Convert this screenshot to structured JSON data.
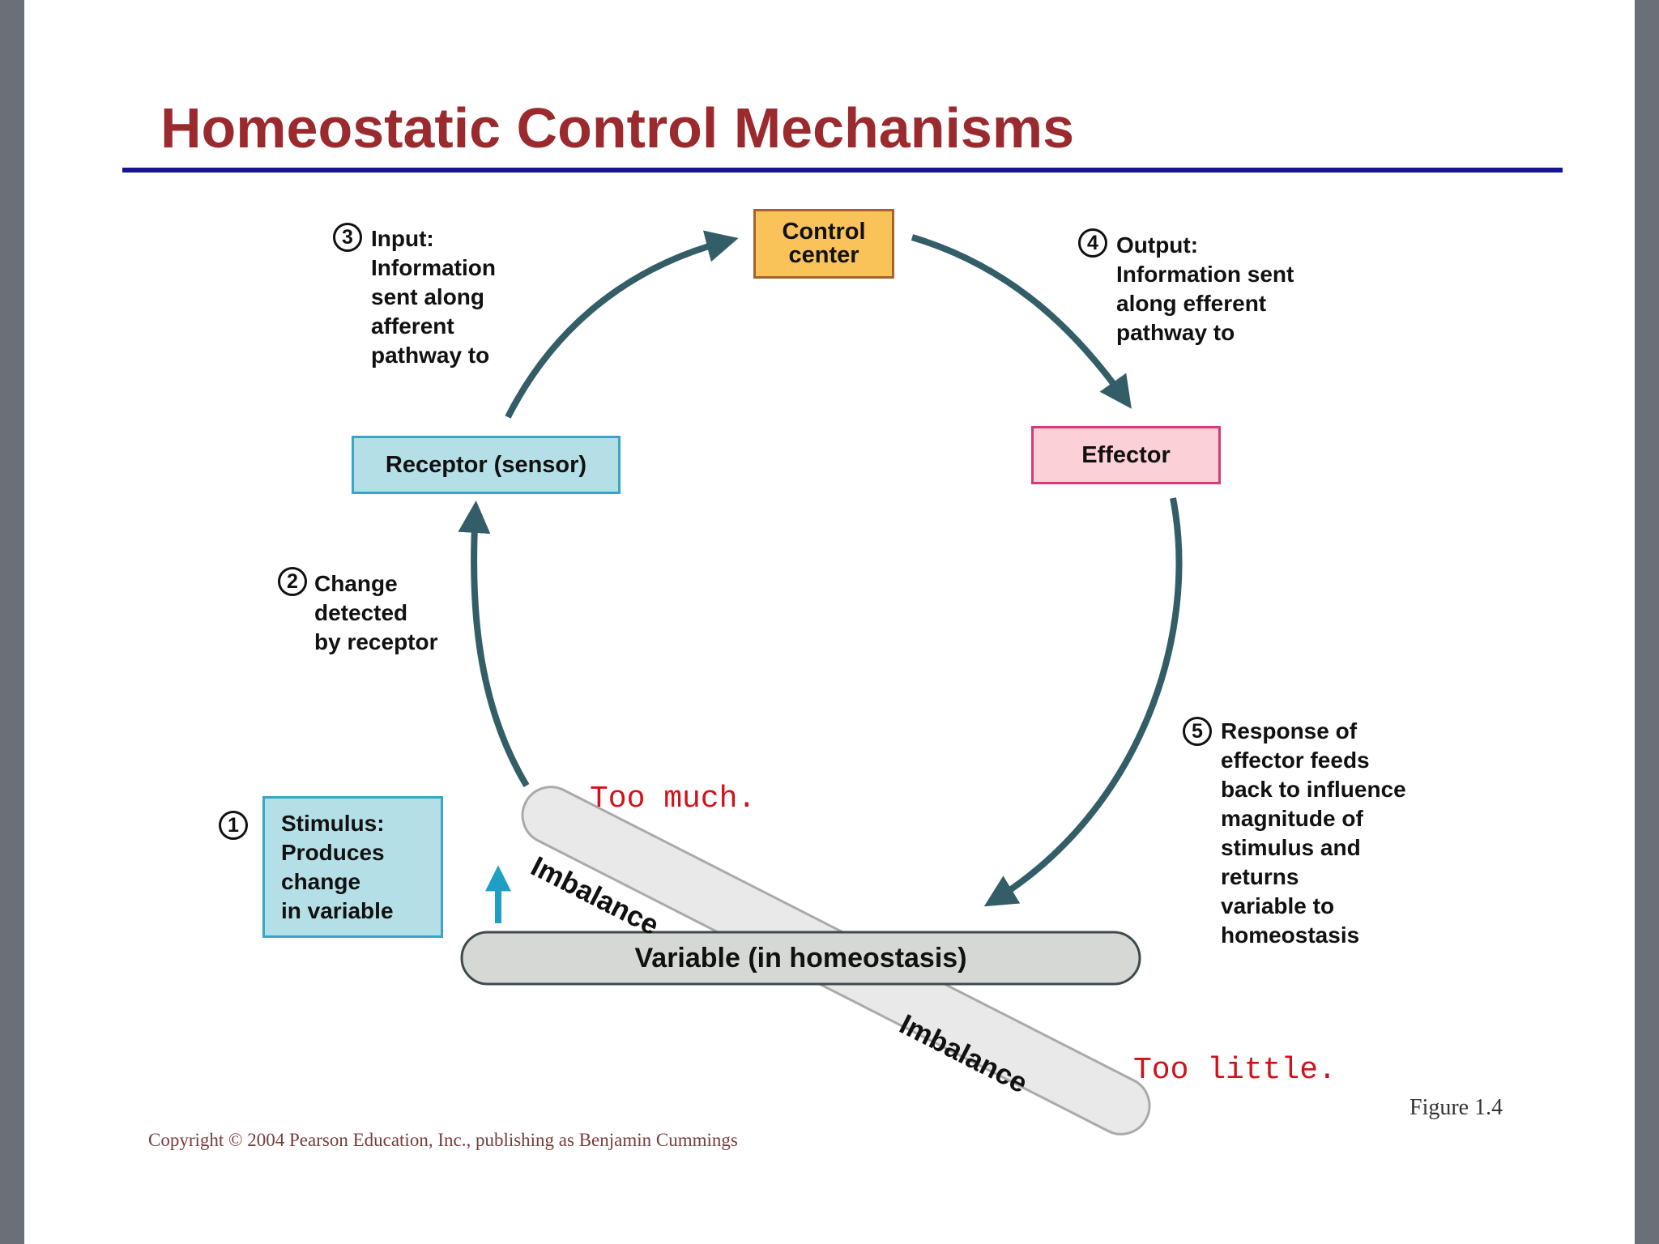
{
  "title": "Homeostatic Control Mechanisms",
  "nodes": {
    "control_center": "Control\ncenter",
    "receptor": "Receptor (sensor)",
    "effector": "Effector",
    "stimulus": "Stimulus:\nProduces\nchange\nin variable",
    "variable": "Variable (in homeostasis)"
  },
  "steps": [
    {
      "num": "1",
      "text": ""
    },
    {
      "num": "2",
      "text": "Change\ndetected\nby receptor"
    },
    {
      "num": "3",
      "text": "Input:\nInformation\nsent along\nafferent\npathway to"
    },
    {
      "num": "4",
      "text": "Output:\nInformation sent\nalong efferent\npathway to"
    },
    {
      "num": "5",
      "text": "Response of\neffector feeds\nback to influence\nmagnitude of\nstimulus and\nreturns\nvariable to\nhomeostasis"
    }
  ],
  "imbalance_label": "Imbalance",
  "too_much": "Too much.",
  "too_little": "Too little.",
  "figure_label": "Figure 1.4",
  "copyright": "Copyright © 2004 Pearson Education, Inc., publishing as Benjamin Cummings",
  "colors": {
    "title": "#9b2a2e",
    "rule": "#15168f",
    "control_center_fill": "#f9c35a",
    "receptor_fill": "#b4dfe6",
    "effector_fill": "#fbd0d6",
    "arrow": "#335e67",
    "stimulus_arrow": "#1f9fc4",
    "too_text": "#d0121b"
  }
}
